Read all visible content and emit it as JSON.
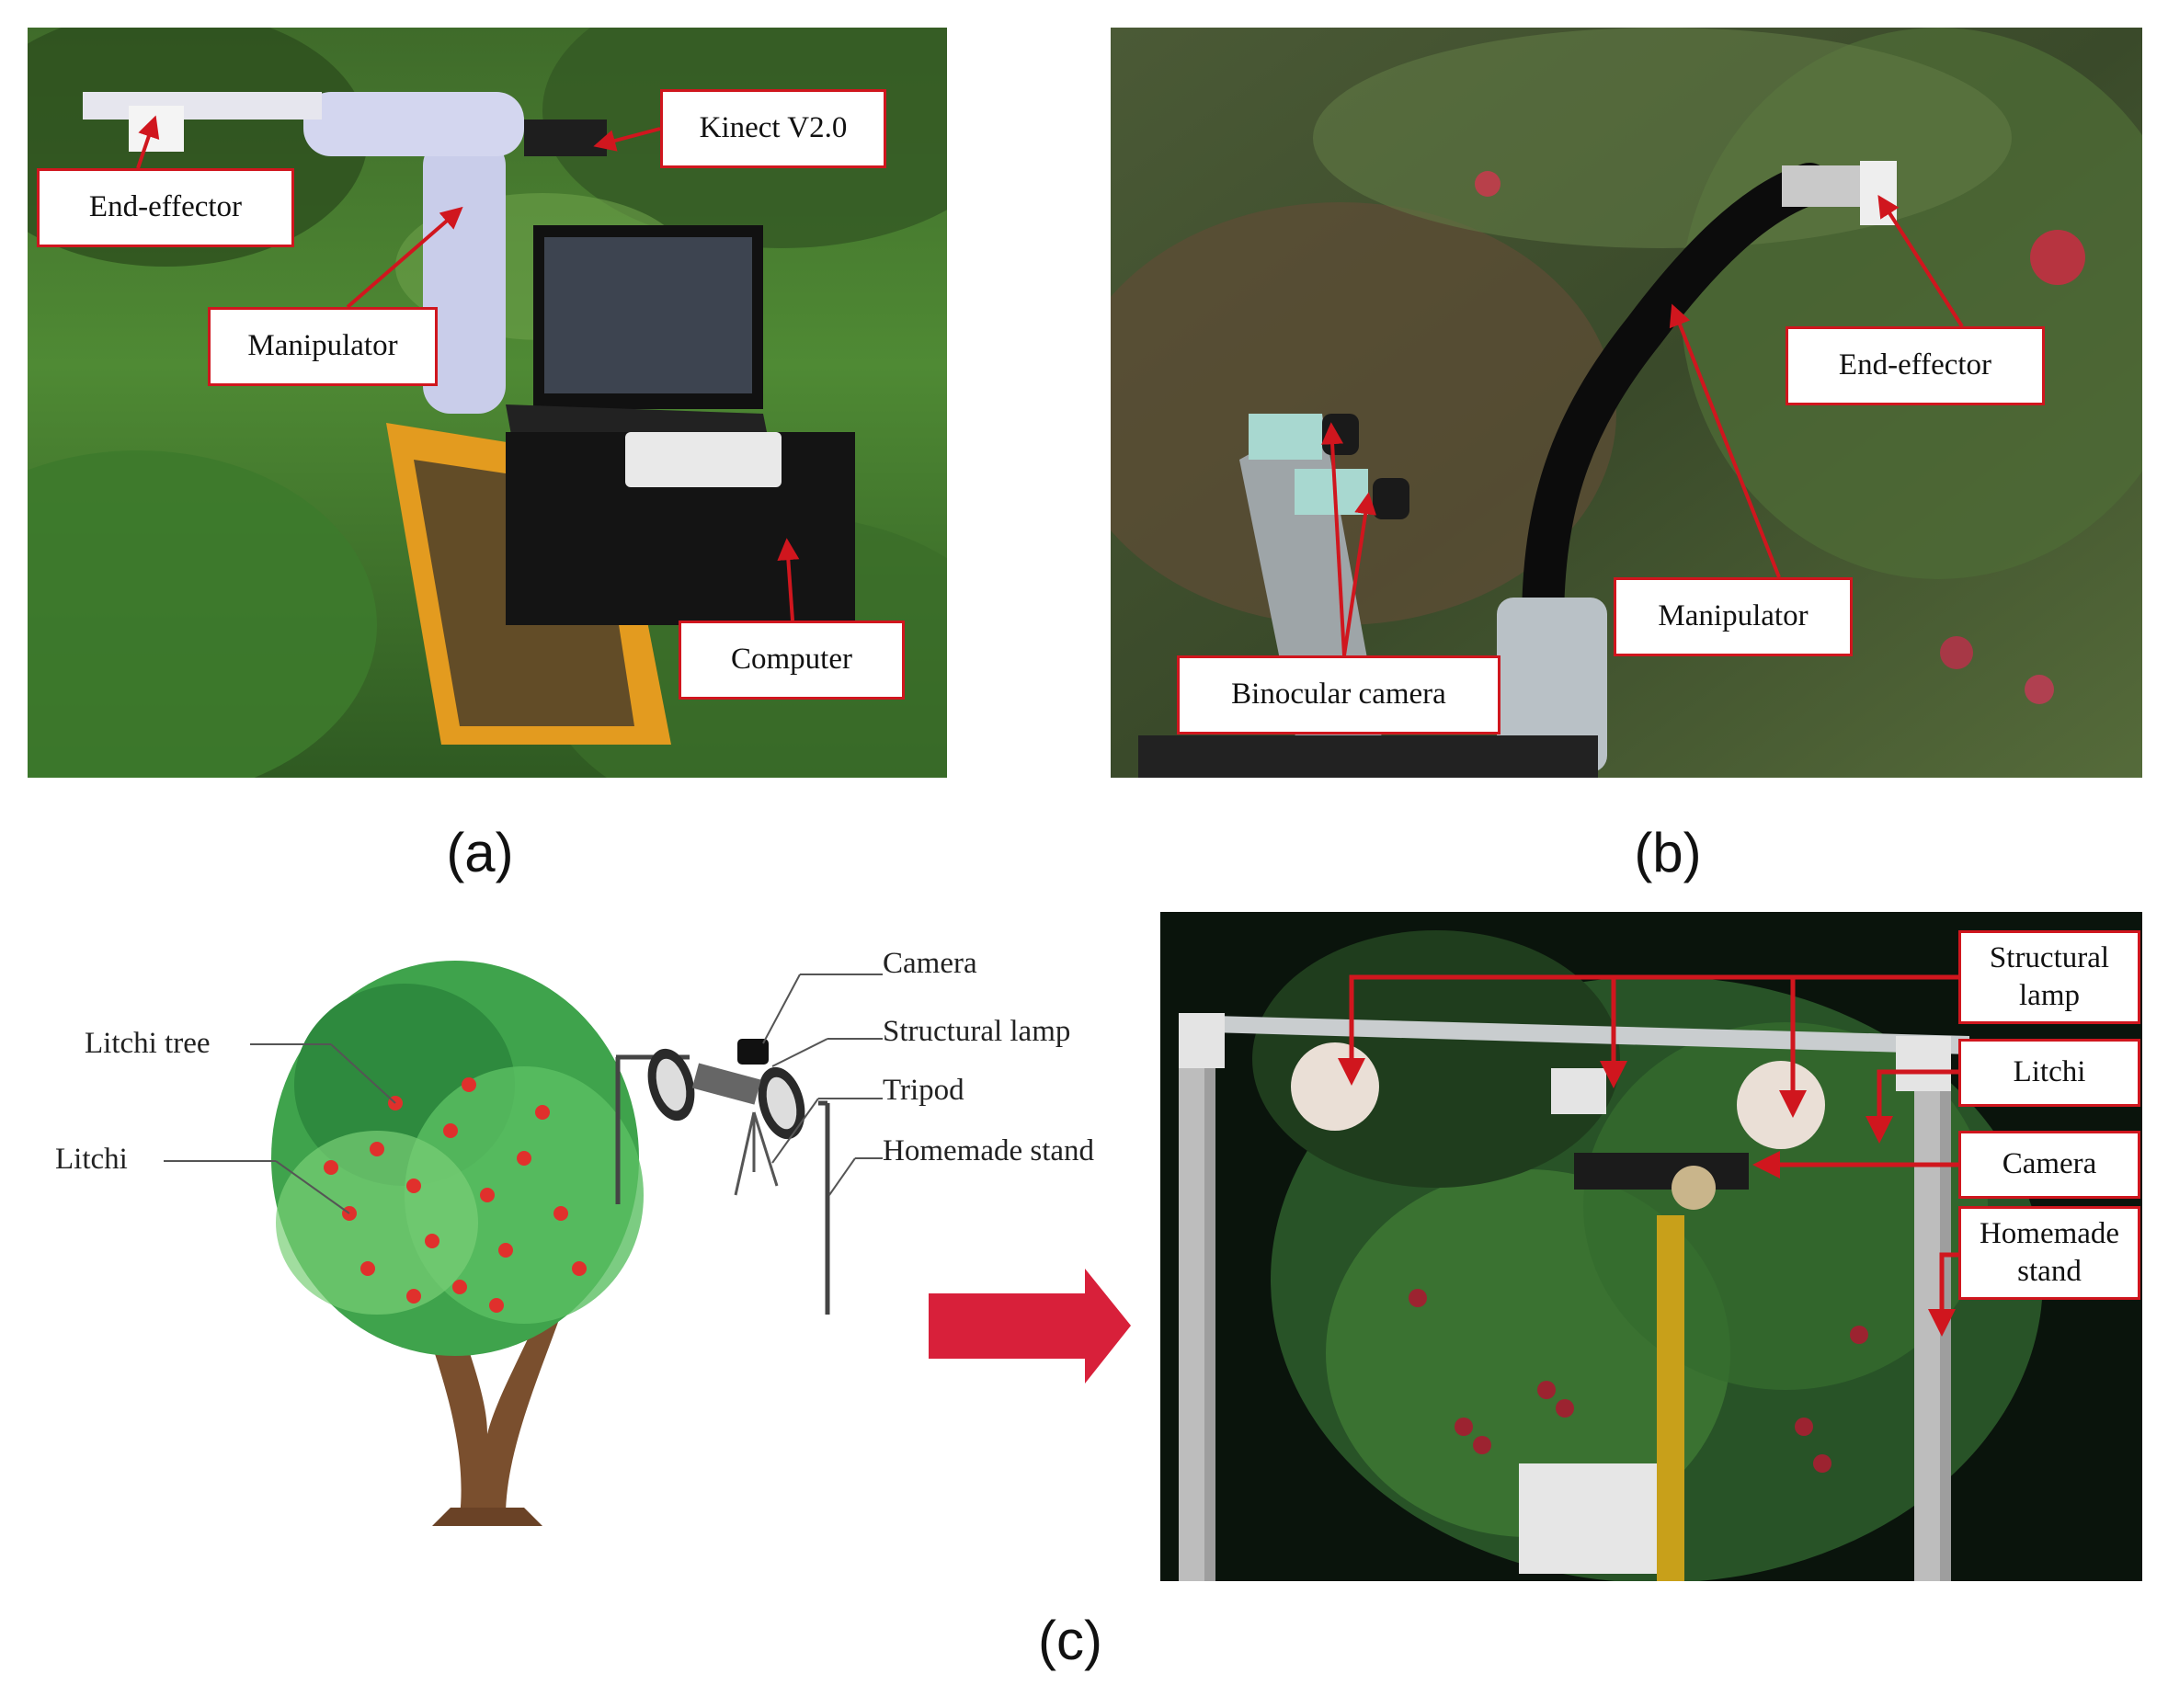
{
  "panels": {
    "a": {
      "sublabel": "(a)",
      "labels": {
        "end_effector": "End-effector",
        "kinect": "Kinect V2.0",
        "manipulator": "Manipulator",
        "computer": "Computer"
      }
    },
    "b": {
      "sublabel": "(b)",
      "labels": {
        "end_effector": "End-effector",
        "manipulator": "Manipulator",
        "binocular_camera": "Binocular camera"
      }
    },
    "c": {
      "sublabel": "(c)",
      "diagram_labels": {
        "litchi_tree": "Litchi tree",
        "litchi": "Litchi",
        "camera": "Camera",
        "structural_lamp": "Structural lamp",
        "tripod": "Tripod",
        "homemade_stand": "Homemade stand"
      },
      "photo_labels": {
        "structural_lamp": "Structural\nlamp",
        "litchi": "Litchi",
        "camera": "Camera",
        "homemade_stand": "Homemade\nstand"
      }
    }
  },
  "colors": {
    "callout_border": "#d0161e",
    "arrow": "#d0161e"
  }
}
